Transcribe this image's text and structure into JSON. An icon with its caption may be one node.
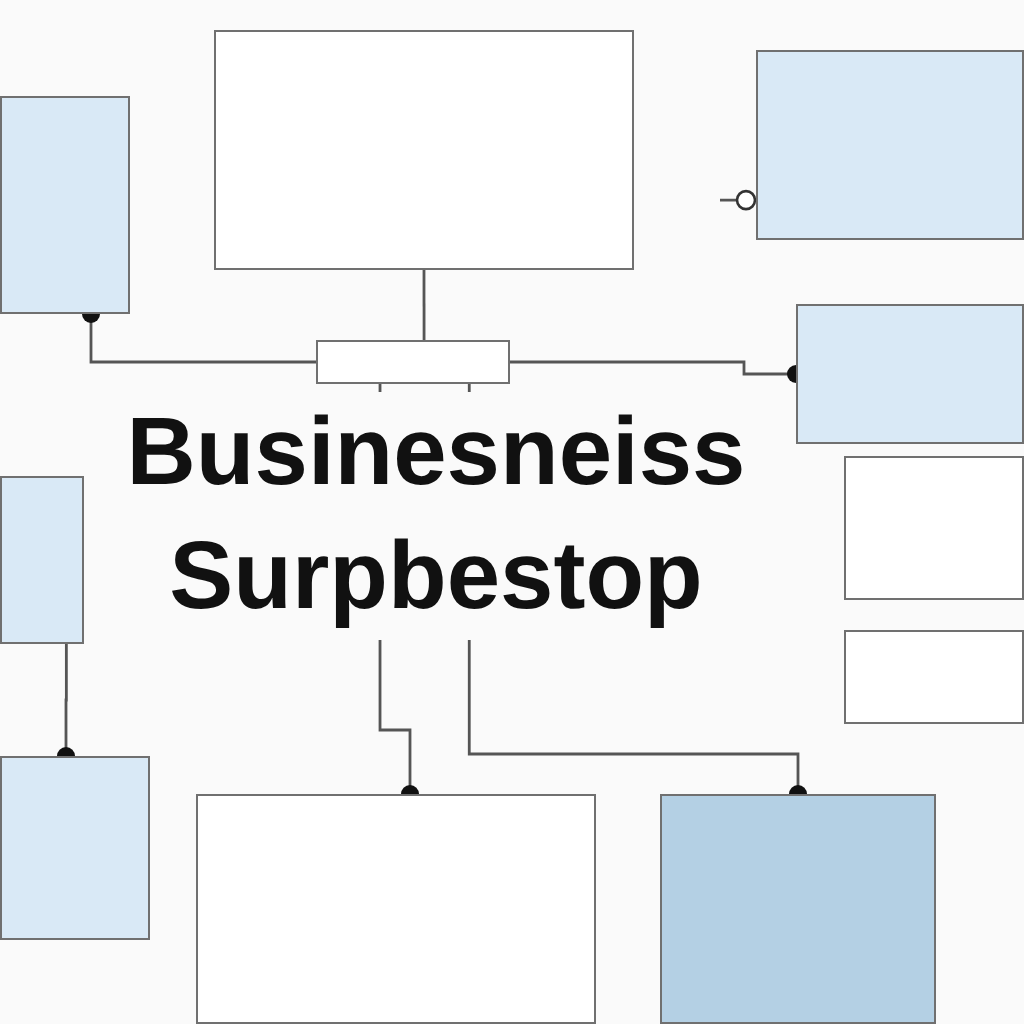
{
  "diagram": {
    "title": "Businesneiss Surpbestop",
    "nodes": [
      {
        "text": [],
        "shape": "box"
      },
      {
        "text": [],
        "shape": "box"
      },
      {
        "text": [],
        "shape": "box"
      },
      {
        "text": [],
        "shape": "box"
      },
      {
        "text": [],
        "shape": "box"
      },
      {
        "text": [],
        "shape": "box"
      },
      {
        "text": [],
        "shape": "box"
      },
      {
        "text": [],
        "shape": "box"
      },
      {
        "text": [],
        "shape": "box"
      },
      {
        "text": [],
        "shape": "box"
      },
      {
        "text": [],
        "shape": "box"
      }
    ],
    "edges": [
      {
        "from": 0,
        "to": 3,
        "arrow": "none"
      },
      {
        "from": 3,
        "to": 2,
        "arrow": "other"
      },
      {
        "from": 3,
        "to": 4,
        "arrow": "other"
      },
      {
        "from": 3,
        "to": 9,
        "arrow": "other"
      },
      {
        "from": 3,
        "to": 10,
        "arrow": "other"
      },
      {
        "from": 6,
        "to": 8,
        "arrow": "other"
      },
      {
        "from": null,
        "to": 1,
        "arrow": "other"
      }
    ]
  }
}
